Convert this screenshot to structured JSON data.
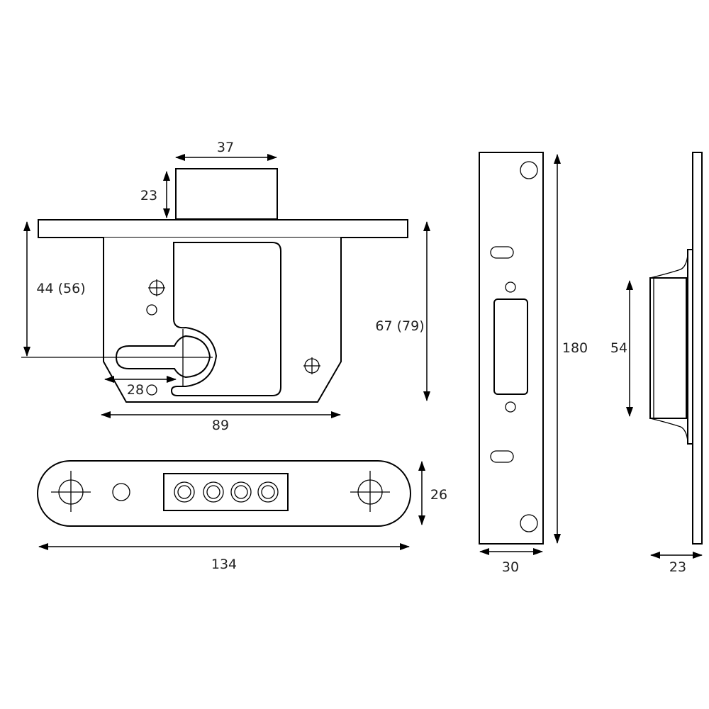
{
  "dimensions": {
    "bolt_width": "37",
    "bolt_height": "23",
    "backset_small": "44 (56)",
    "backset_large": "67 (79)",
    "keyhole_offset": "28",
    "case_width": "89",
    "keep_length": "134",
    "keep_height": "26",
    "faceplate_height": "180",
    "faceplate_width": "30",
    "side_height": "54",
    "side_depth": "23"
  }
}
